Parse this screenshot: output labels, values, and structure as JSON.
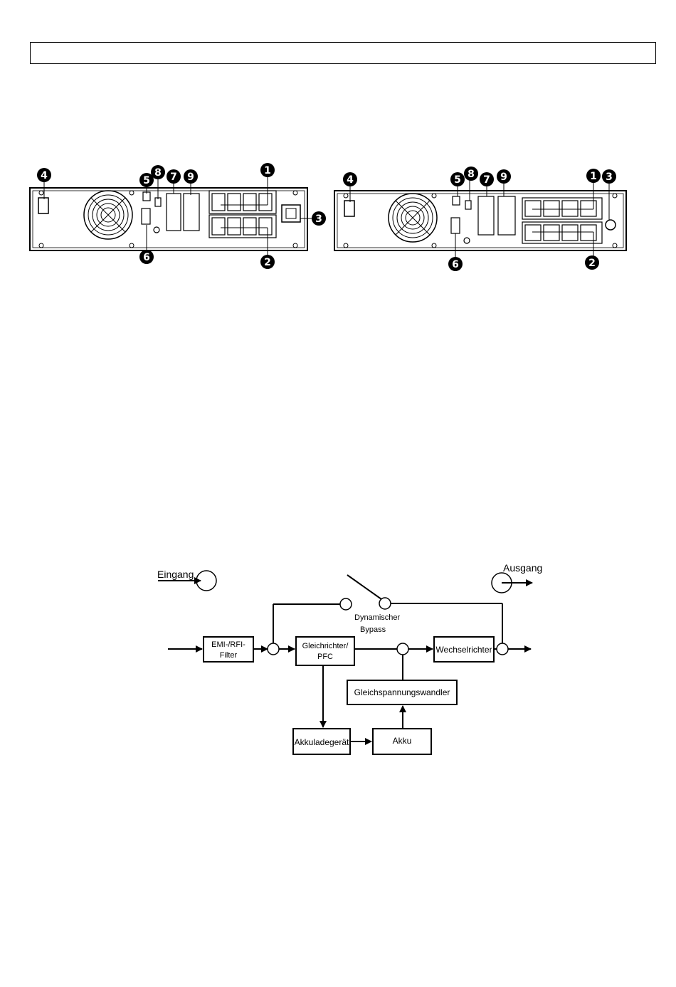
{
  "header": {
    "title": ""
  },
  "rear_panels": {
    "callouts": [
      "4",
      "5",
      "8",
      "7",
      "9",
      "1",
      "3",
      "6",
      "2"
    ]
  },
  "block_diagram": {
    "input_label": "Eingang",
    "output_label": "Ausgang",
    "bypass_label_line1": "Dynamischer",
    "bypass_label_line2": "Bypass",
    "emi_filter_line1": "EMI-/RFI-",
    "emi_filter_line2": "Filter",
    "rectifier_line1": "Gleichrichter/",
    "rectifier_line2": "PFC",
    "inverter": "Wechselrichter",
    "dc_converter": "Gleichspannungswandler",
    "charger": "Akkuladegerät",
    "battery": "Akku"
  }
}
